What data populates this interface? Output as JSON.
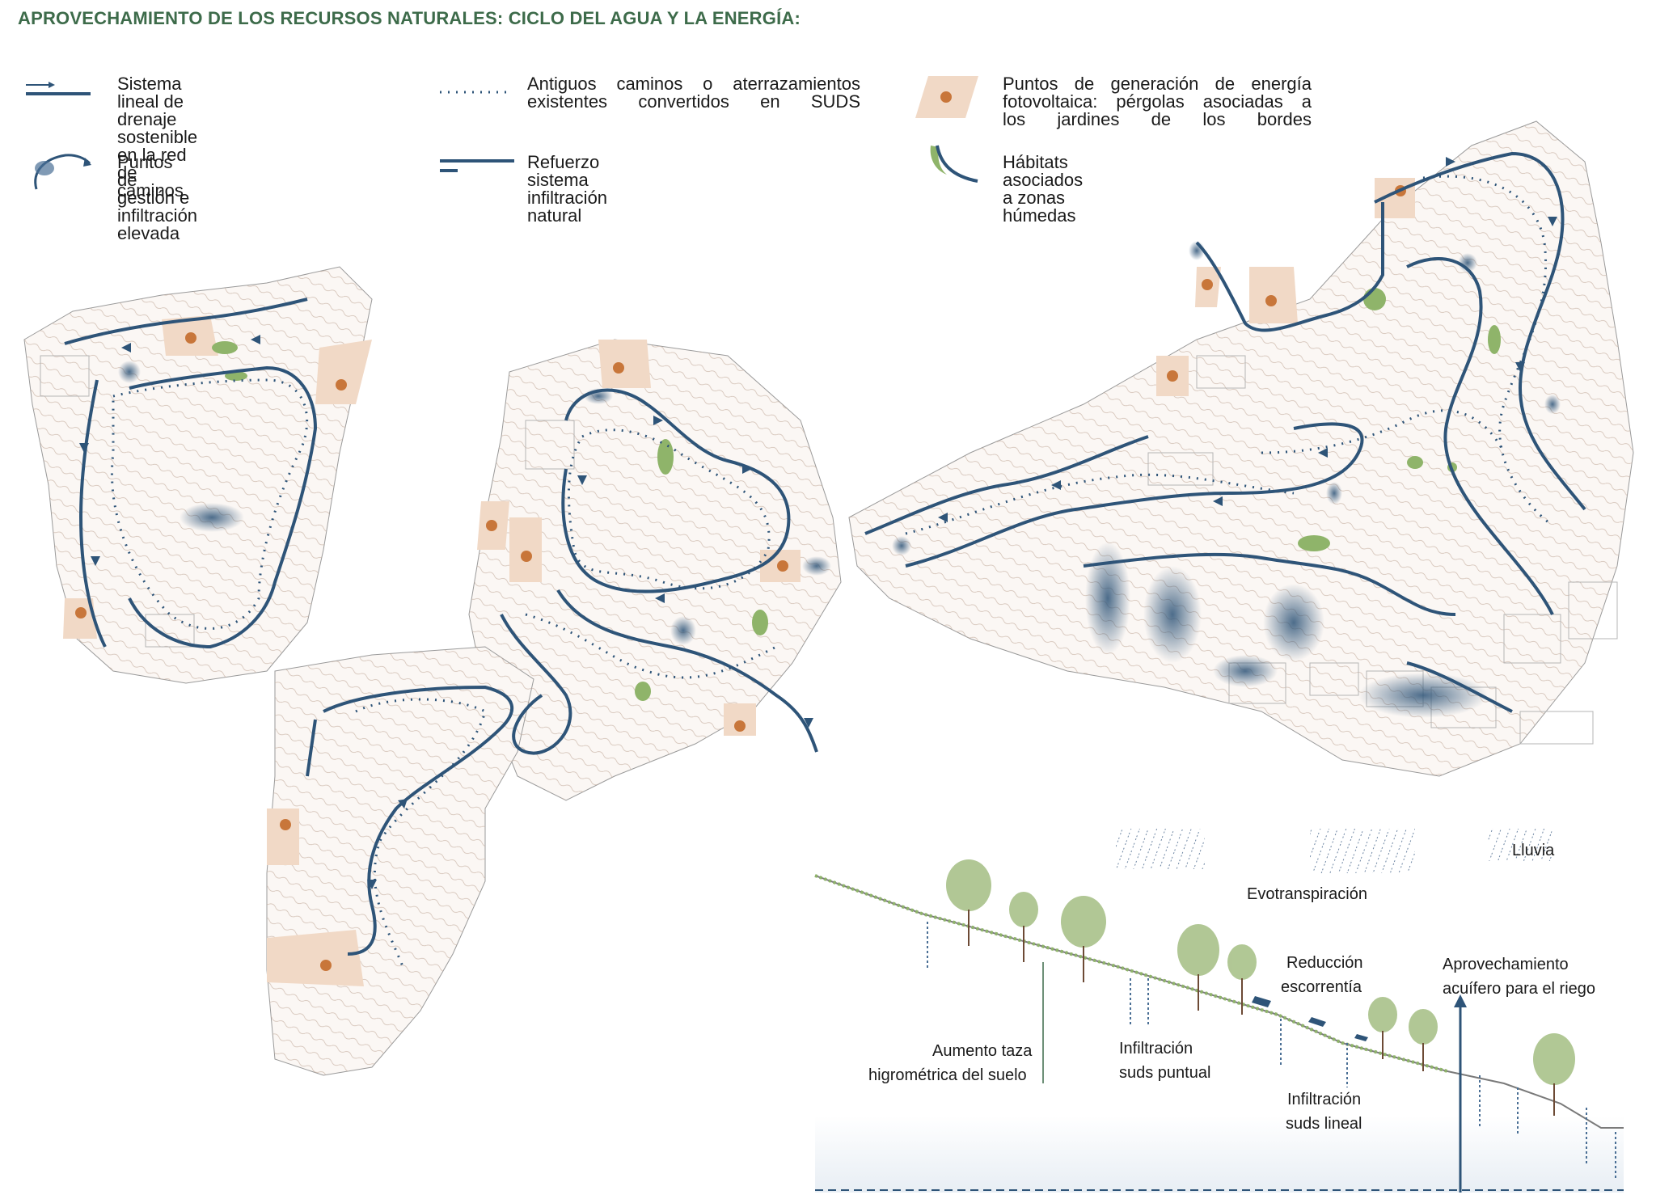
{
  "title": "APROVECHAMIENTO DE LOS RECURSOS NATURALES: CICLO DEL AGUA Y LA ENERGÍA:",
  "colors": {
    "title_green": "#3d6b4a",
    "water_blue": "#2e5478",
    "pergola_orange": "#c8763a",
    "pergola_fill": "#f1d9c6",
    "wetland_green": "#8fb46a",
    "contour_brown": "#b99a86",
    "tree_green": "#a9c28a"
  },
  "legend": [
    {
      "icon": "drainage-line-icon",
      "text": "Sistema lineal de drenaje\nsostenible en la red de caminos"
    },
    {
      "icon": "dotted-path-icon",
      "text": "Antiguos caminos o aterrazamientos\nexistentes convertidos en SUDS"
    },
    {
      "icon": "solar-pergola-icon",
      "text": "Puntos de generación de energía\nfotovoltaica: pérgolas asociadas a\nlos jardines de los bordes"
    },
    {
      "icon": "infiltration-point-icon",
      "text": "Puntos de gestión e infiltración\nelevada"
    },
    {
      "icon": "reinforcement-line-icon",
      "text": "Refuerzo sistema infiltración natural"
    },
    {
      "icon": "wetland-habitat-icon",
      "text": "Hábitats asociados a zonas húmedas"
    }
  ],
  "section": {
    "labels": {
      "rain": "Lluvia",
      "evapotranspiration": "Evotranspiración",
      "runoff_1": "Reducción",
      "runoff_2": "escorrentía",
      "aquifer_1": "Aprovechamiento",
      "aquifer_2": "acuífero para el riego",
      "humidity_1": "Aumento taza",
      "humidity_2": "higrométrica del suelo",
      "point_1": "Infiltración",
      "point_2": "suds puntual",
      "linear_1": "Infiltración",
      "linear_2": "suds lineal"
    }
  }
}
